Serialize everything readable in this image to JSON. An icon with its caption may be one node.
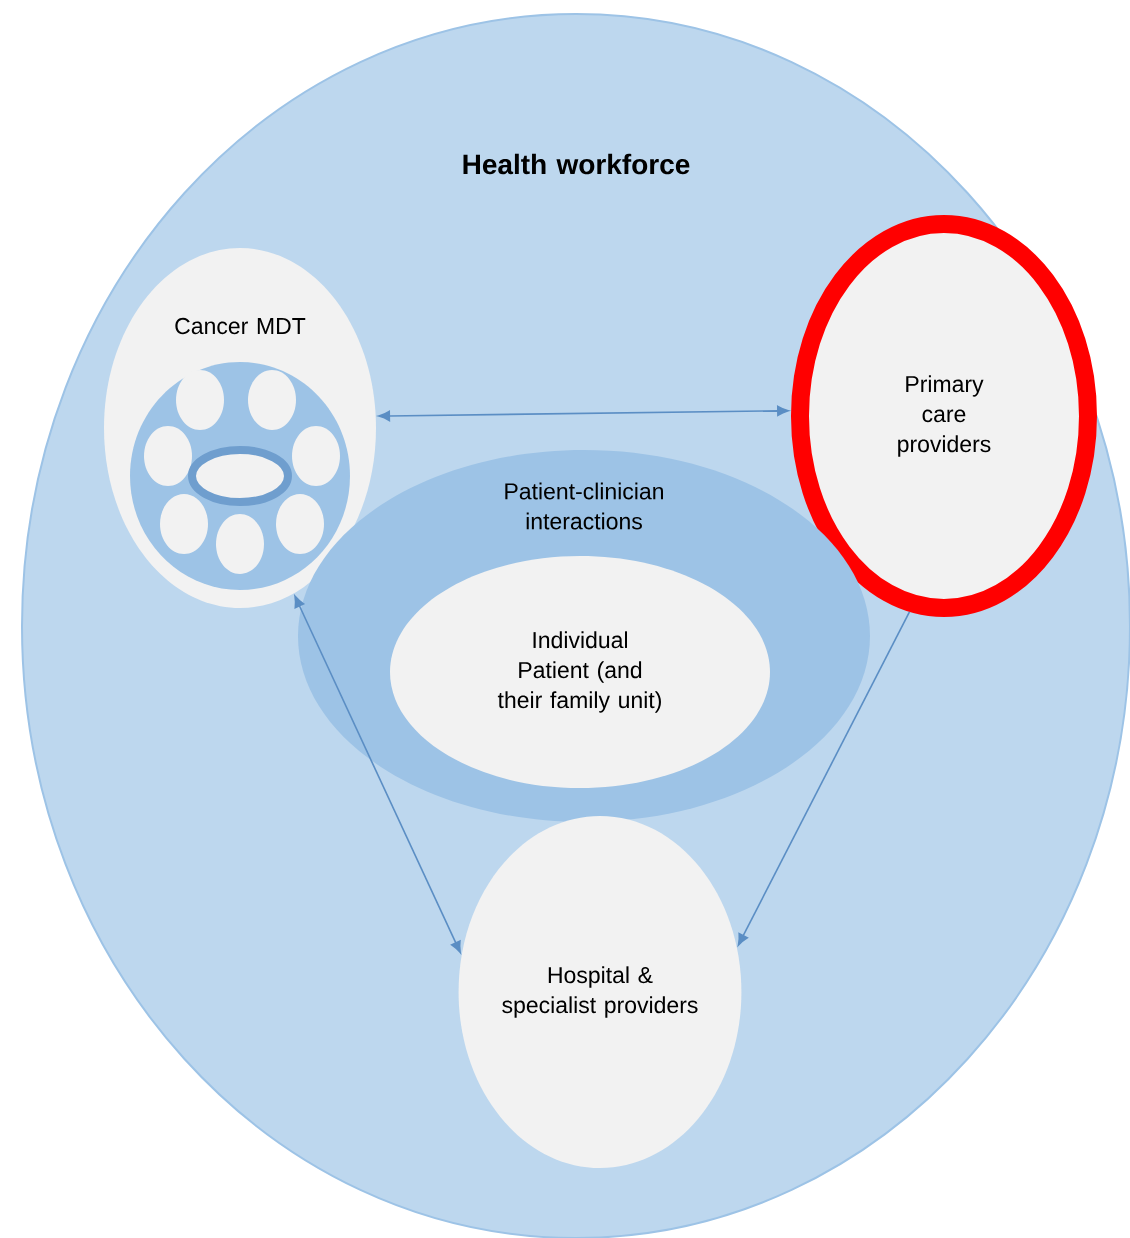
{
  "diagram": {
    "nodes": [
      {
        "text": [
          "Health workforce"
        ]
      },
      {
        "text": [
          "Cancer MDT"
        ],
        "in": 0
      },
      {
        "text": [
          "Primary care providers"
        ],
        "in": 0
      },
      {
        "text": [
          "Patient-clinician interactions"
        ],
        "in": 0
      },
      {
        "text": [
          "Individual Patient (and their family unit)"
        ],
        "in": 3
      },
      {
        "text": [
          "Hospital & specialist providers"
        ],
        "in": 0
      }
    ],
    "edges": [
      {
        "from": 1,
        "to": 2,
        "arrow": "both"
      },
      {
        "from": 1,
        "to": 5,
        "arrow": "both"
      },
      {
        "from": 2,
        "to": 5,
        "arrow": "to"
      }
    ]
  }
}
